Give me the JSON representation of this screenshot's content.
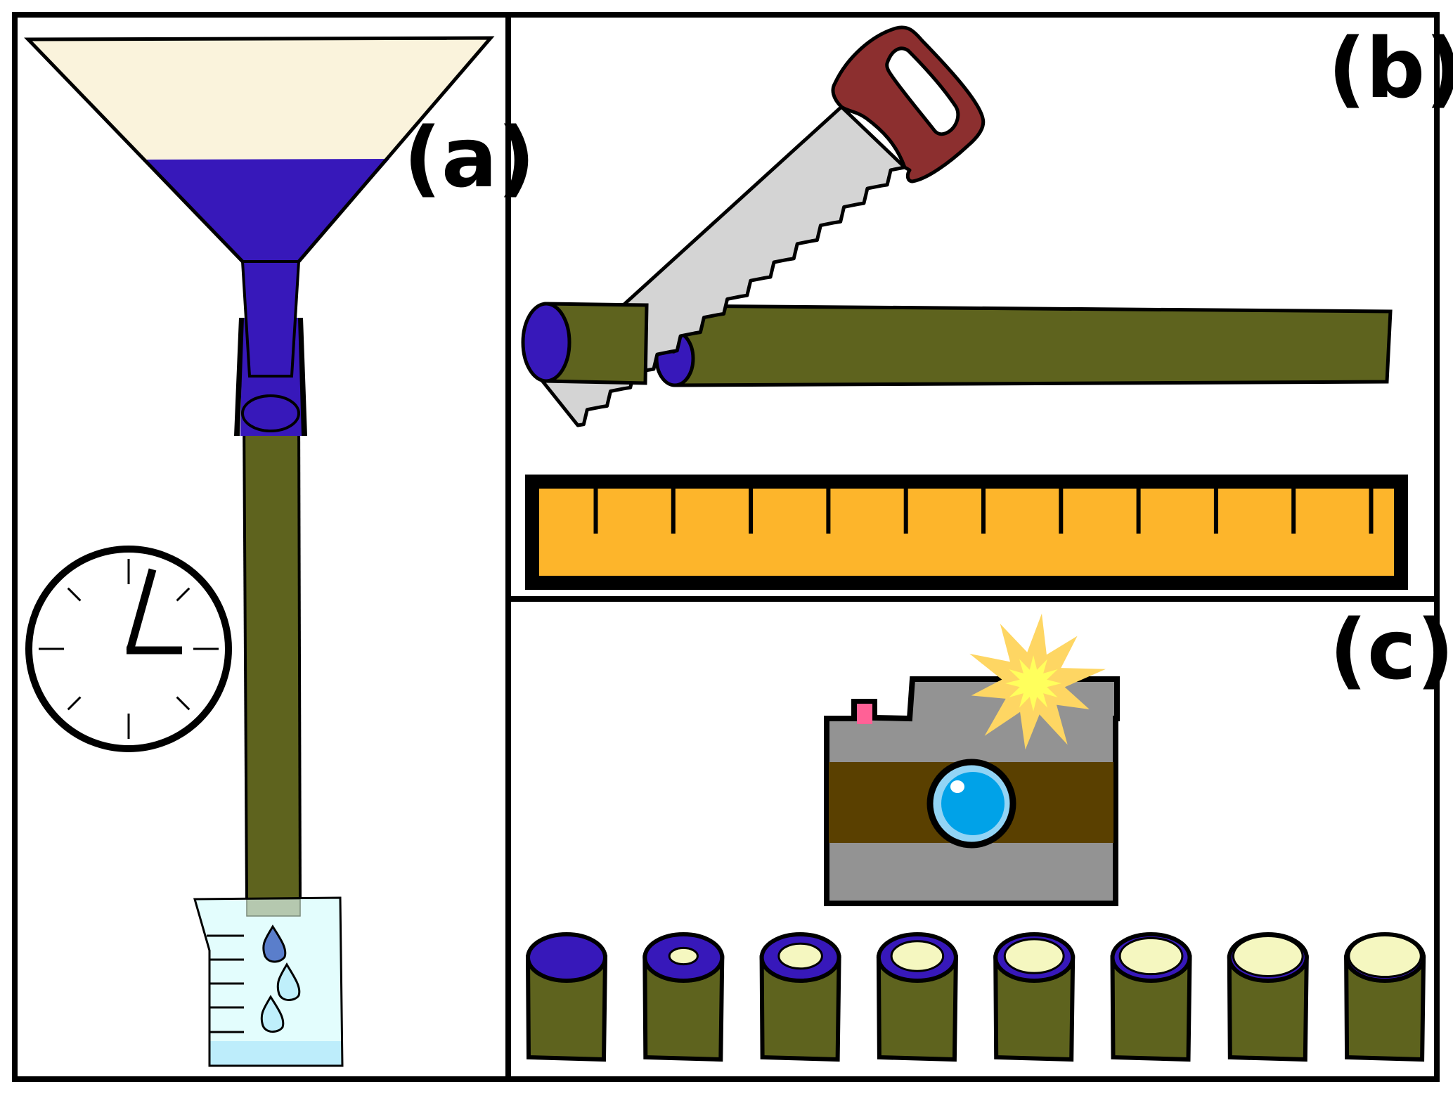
{
  "figure": {
    "description": "Three-panel experimental method diagram",
    "panels": [
      {
        "id": "a",
        "label": "(a)",
        "content": [
          "funnel filled with liquid",
          "tube sample held below funnel",
          "clock showing elapsed time",
          "beaker collecting drops"
        ],
        "clock": {
          "hour": 3,
          "minute": 0
        },
        "beaker": {
          "graduation_marks": 5,
          "drops": 3
        }
      },
      {
        "id": "b",
        "label": "(b)",
        "content": [
          "hand saw cutting the tube sample",
          "ruler for measuring segment length"
        ],
        "ruler": {
          "tick_count": 11
        }
      },
      {
        "id": "c",
        "label": "(c)",
        "content": [
          "camera with flash",
          "row of cut tube segments showing cross-sections"
        ],
        "segments": [
          {
            "index": 1,
            "stained_fraction": 1.0,
            "core_fraction": 0.0
          },
          {
            "index": 2,
            "stained_fraction": 0.85,
            "core_fraction": 0.15
          },
          {
            "index": 3,
            "stained_fraction": 0.65,
            "core_fraction": 0.35
          },
          {
            "index": 4,
            "stained_fraction": 0.5,
            "core_fraction": 0.5
          },
          {
            "index": 5,
            "stained_fraction": 0.35,
            "core_fraction": 0.65
          },
          {
            "index": 6,
            "stained_fraction": 0.27,
            "core_fraction": 0.73
          },
          {
            "index": 7,
            "stained_fraction": 0.1,
            "core_fraction": 0.9
          },
          {
            "index": 8,
            "stained_fraction": 0.03,
            "core_fraction": 0.97
          }
        ]
      }
    ],
    "colors": {
      "frame": "#000000",
      "liquid_blue": "#3718BA",
      "funnel_empty": "#FAF3DC",
      "tube_olive": "#5E631E",
      "saw_blade": "#D4D4D4",
      "saw_handle": "#8C2F2F",
      "ruler": "#FDB52B",
      "camera_body": "#939393",
      "camera_band": "#5A4000",
      "lens_outer": "#92D4F5",
      "lens_inner": "#00A2E8",
      "flash_outer": "#FED663",
      "flash_inner": "#FFFF5C",
      "shutter_button": "#FF6196",
      "core_pale": "#F5F7C0",
      "beaker_glass": "#E3FDFD",
      "beaker_water": "#BDEDFB",
      "drop_dark": "#5A7ECB",
      "drop_light": "#BFEFFB"
    }
  }
}
